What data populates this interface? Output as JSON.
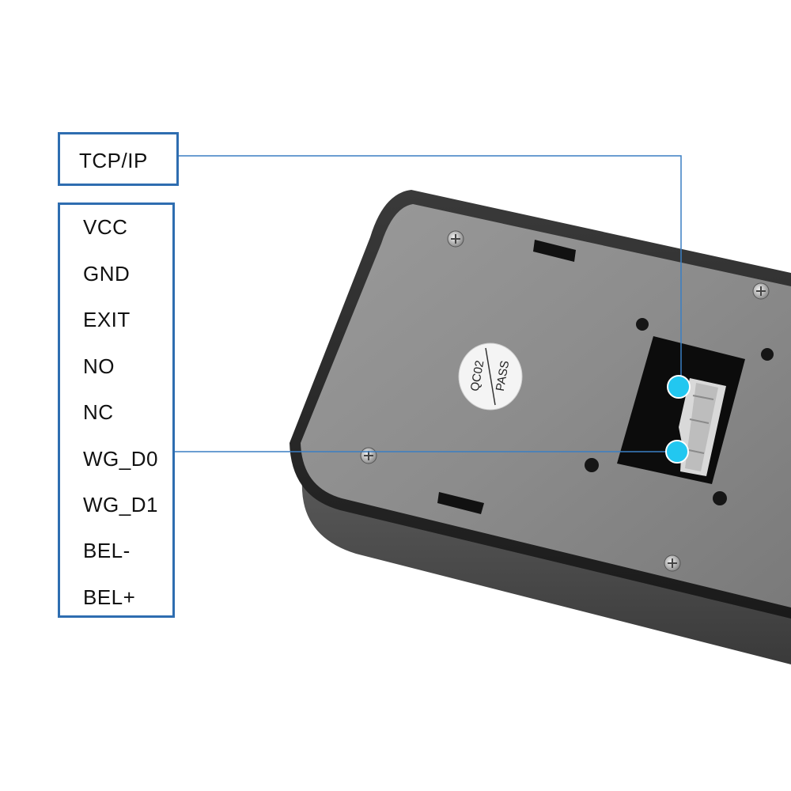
{
  "tcp_label": "TCP/IP",
  "pins": [
    "VCC",
    "GND",
    "EXIT",
    "NO",
    "NC",
    "WG_D0",
    "WG_D1",
    "BEL-",
    "BEL+"
  ],
  "sticker": {
    "line1": "QC02",
    "line2": "PASS"
  },
  "colors": {
    "box_border": "#2e6db0",
    "leader_line": "#3a7fc4",
    "marker": "#22c7f0",
    "device_plate": "#8a8a8a",
    "device_rim": "#2a2a2a"
  }
}
